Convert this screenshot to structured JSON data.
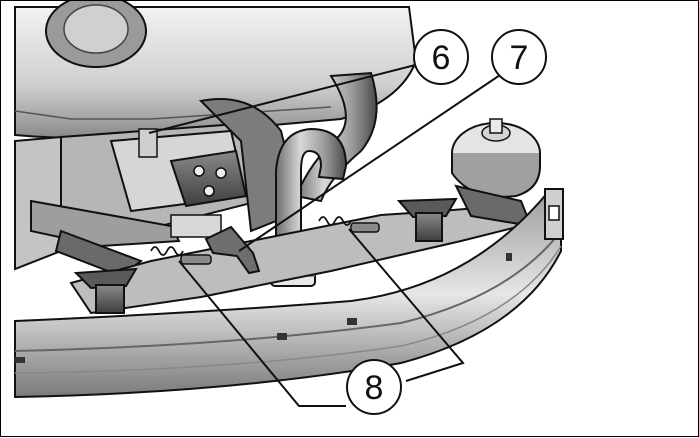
{
  "callouts": {
    "c6": "6",
    "c7": "7",
    "c8": "8"
  },
  "colors": {
    "outline": "#111111",
    "metal_light": "#dcdcdc",
    "metal_mid": "#a8a8a8",
    "metal_dark": "#5a5a5a"
  }
}
